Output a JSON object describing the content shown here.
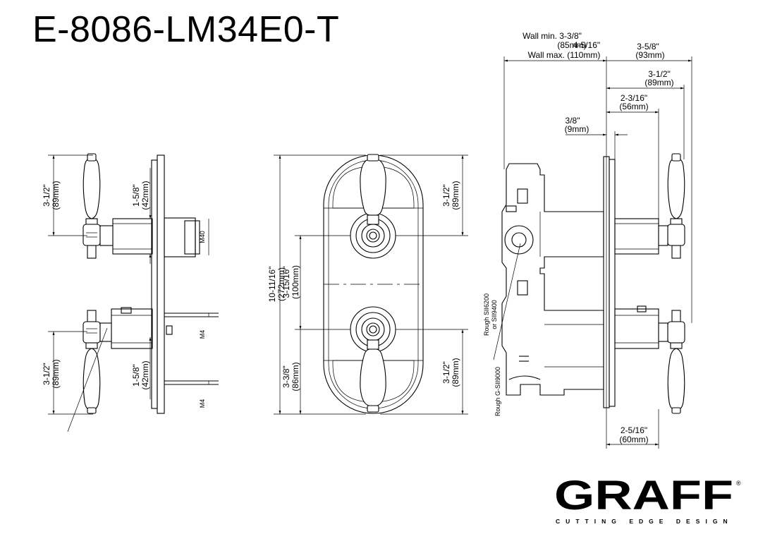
{
  "title": "E-8086-LM34E0-T",
  "brand": {
    "name": "GRAFF",
    "registered": "®",
    "tagline": "CUTTING EDGE DESIGN"
  },
  "left_view": {
    "top_handle_height": "3-1/2\"",
    "top_handle_height_mm": "(89mm)",
    "top_body_depth": "1-5/8\"",
    "top_body_depth_mm": "(42mm)",
    "top_thread": "M40",
    "bottom_handle_height": "3-1/2\"",
    "bottom_handle_height_mm": "(89mm)",
    "bottom_body_depth": "1-5/8\"",
    "bottom_body_depth_mm": "(42mm)",
    "screw_upper": "M4",
    "screw_lower": "M4"
  },
  "front_view": {
    "overall_height": "10-11/16\"",
    "overall_height_mm": "(272mm)",
    "spacing": "3-15/16\"",
    "spacing_mm": "(100mm)",
    "bottom_offset": "3-3/8\"",
    "bottom_offset_mm": "(86mm)",
    "top_handle": "3-1/2\"",
    "top_handle_mm": "(89mm)",
    "bottom_handle": "3-1/2\"",
    "bottom_handle_mm": "(89mm)"
  },
  "right_view": {
    "wall_min": "Wall min. 3-3/8\"",
    "wall_min_mm": "(85mm)",
    "wall_mid": "4-5/16\"",
    "wall_max": "Wall max. (110mm)",
    "d1": "3-5/8\"",
    "d1_mm": "(93mm)",
    "d2": "3-1/2\"",
    "d2_mm": "(89mm)",
    "d3": "2-3/16\"",
    "d3_mm": "(56mm)",
    "d4": "3/8\"",
    "d4_mm": "(9mm)",
    "d5": "2-5/16\"",
    "d5_mm": "(60mm)",
    "rough1": "Rough SII6200",
    "rough2": "or SII9400",
    "rough3": "Rough G-SII9000"
  }
}
